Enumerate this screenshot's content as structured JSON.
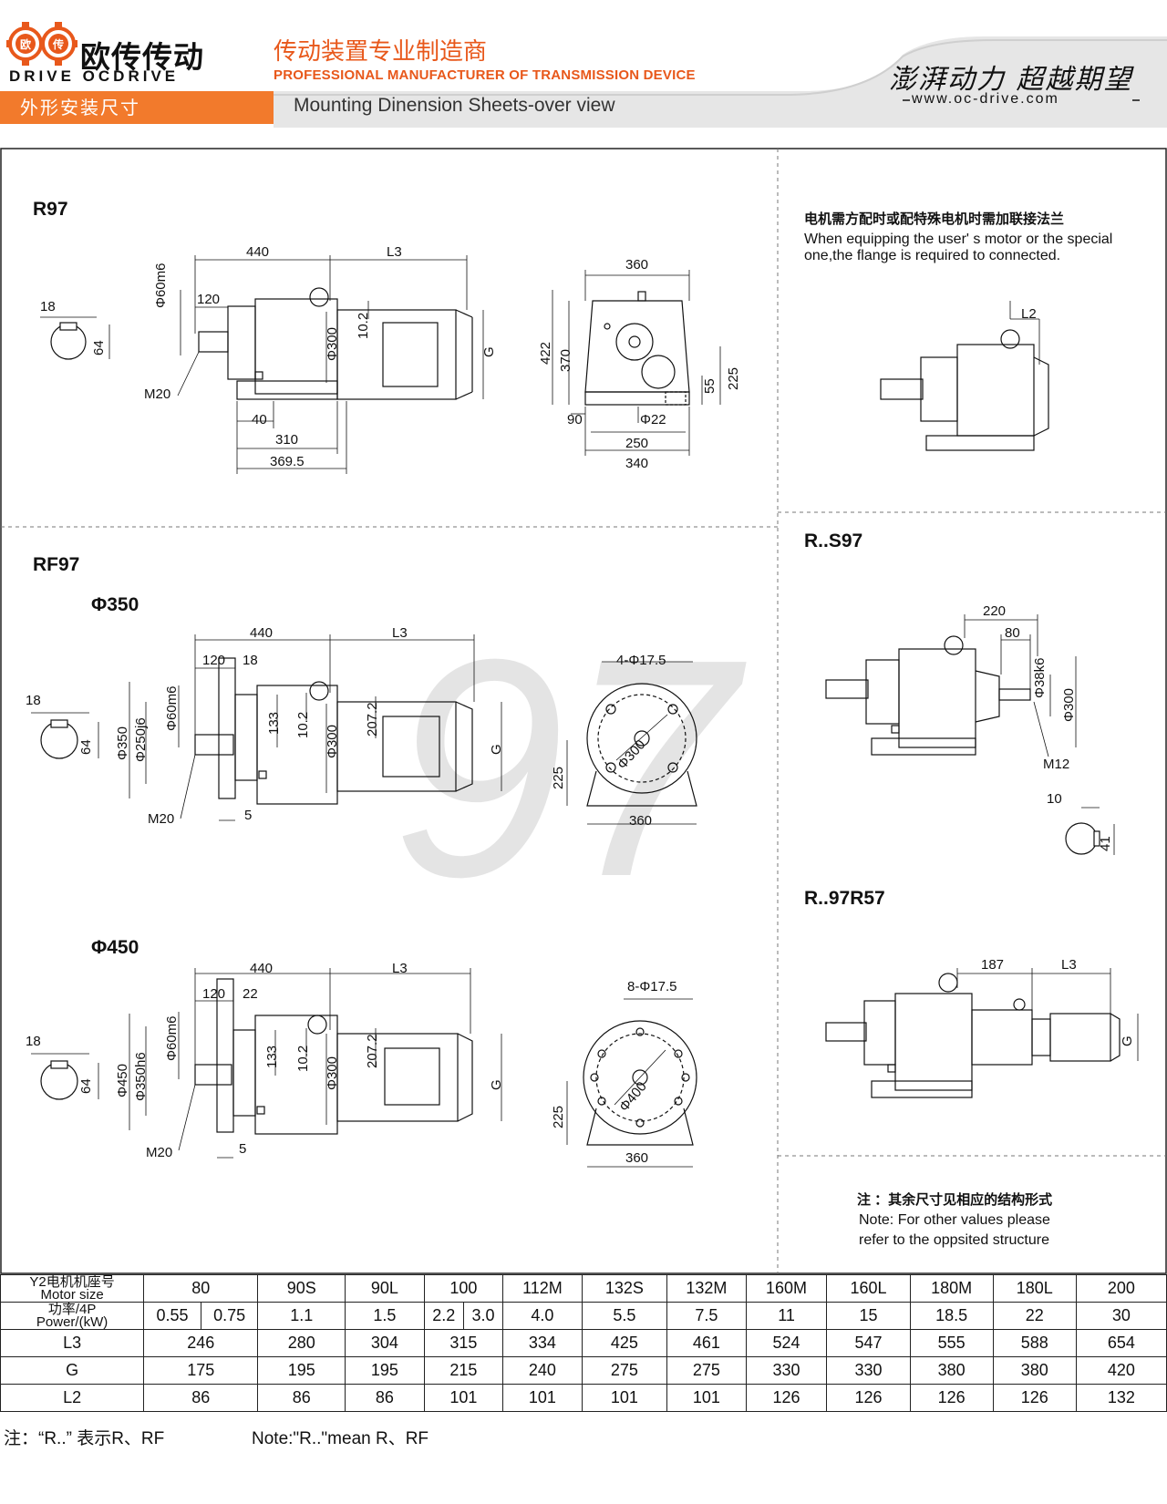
{
  "header": {
    "logo_cn": "欧传传动",
    "logo_en": "DRIVE OCDRIVE",
    "logo_badge_left": "欧",
    "logo_badge_right": "传",
    "slogan_cn": "传动装置专业制造商",
    "slogan_en": "PROFESSIONAL MANUFACTURER OF TRANSMISSION DEVICE",
    "section_cn": "外形安装尺寸",
    "section_en": "Mounting Dinension Sheets-over view",
    "motto": "澎湃动力 超越期望",
    "website": "www.oc-drive.com"
  },
  "watermark": "97",
  "colors": {
    "accent": "#f27a2c",
    "text": "#111111",
    "line": "#222222"
  },
  "sections": {
    "r97": {
      "title": "R97",
      "dims": {
        "d440": "440",
        "l3": "L3",
        "d120": "120",
        "phi60m6": "Φ60m6",
        "phi300": "Φ300",
        "d10_2": "10.2",
        "g": "G",
        "m20": "M20",
        "d40": "40",
        "d310": "310",
        "d369_5": "369.5",
        "key18": "18",
        "key64": "64"
      }
    },
    "r97_side": {
      "dims": {
        "d360": "360",
        "d422": "422",
        "d370": "370",
        "d55": "55",
        "d225": "225",
        "d90": "90",
        "phi22": "Φ22",
        "d250": "250",
        "d340": "340"
      }
    },
    "flange_note": {
      "cn": "电机需方配时或配特殊电机时需加联接法兰",
      "en1": "When equipping the user' s motor or the special",
      "en2": "one,the flange is required to connected.",
      "l2": "L2"
    },
    "rf97": {
      "title": "RF97",
      "sub350": "Φ350",
      "sub450": "Φ450",
      "dims350": {
        "d440": "440",
        "l3": "L3",
        "d120": "120",
        "d18": "18",
        "phi60m6": "Φ60m6",
        "phi350": "Φ350",
        "phi250j6": "Φ250j6",
        "d133": "133",
        "d10_2": "10.2",
        "phi300": "Φ300",
        "d207_2": "207.2",
        "g": "G",
        "m20": "M20",
        "d5": "5",
        "key18": "18",
        "key64": "64"
      },
      "flange350": {
        "holes": "4-Φ17.5",
        "pcd": "Φ300",
        "d225": "225",
        "d360": "360"
      },
      "dims450": {
        "d440": "440",
        "l3": "L3",
        "d120": "120",
        "d22": "22",
        "phi60m6": "Φ60m6",
        "phi450": "Φ450",
        "phi350h6": "Φ350h6",
        "d133": "133",
        "d10_2": "10.2",
        "phi300": "Φ300",
        "d207_2": "207.2",
        "g": "G",
        "m20": "M20",
        "d5": "5",
        "key18": "18",
        "key64": "64"
      },
      "flange450": {
        "holes": "8-Φ17.5",
        "pcd": "Φ400",
        "d225": "225",
        "d360": "360"
      }
    },
    "rs97": {
      "title": "R..S97",
      "dims": {
        "d220": "220",
        "d80": "80",
        "phi38k6": "Φ38k6",
        "phi300": "Φ300",
        "m12": "M12",
        "key10": "10",
        "key41": "41"
      }
    },
    "r97r57": {
      "title": "R..97R57",
      "dims": {
        "d187": "187",
        "l3": "L3",
        "g": "G"
      }
    },
    "other_note": {
      "cn": "注 ：其余尺寸见相应的结构形式",
      "en1": "Note: For other values please",
      "en2": "refer to the oppsited structure"
    }
  },
  "table": {
    "motor_label_cn": "Y2电机机座号",
    "motor_label_en": "Motor size",
    "power_label_cn": "功率/4P",
    "power_label_en": "Power/(kW)",
    "motor_sizes": [
      "80",
      "90S",
      "90L",
      "100",
      "112M",
      "132S",
      "132M",
      "160M",
      "160L",
      "180M",
      "180L",
      "200"
    ],
    "powers": [
      "0.55",
      "0.75",
      "1.1",
      "1.5",
      "2.2",
      "3.0",
      "4.0",
      "5.5",
      "7.5",
      "11",
      "15",
      "18.5",
      "22",
      "30"
    ],
    "rows": [
      {
        "label": "L3",
        "values": [
          "246",
          "280",
          "304",
          "315",
          "334",
          "425",
          "461",
          "524",
          "547",
          "555",
          "588",
          "654"
        ]
      },
      {
        "label": "G",
        "values": [
          "175",
          "195",
          "195",
          "215",
          "240",
          "275",
          "275",
          "330",
          "330",
          "380",
          "380",
          "420"
        ]
      },
      {
        "label": "L2",
        "values": [
          "86",
          "86",
          "86",
          "101",
          "101",
          "101",
          "101",
          "126",
          "126",
          "126",
          "126",
          "132"
        ]
      }
    ]
  },
  "footnote": {
    "cn": "注：“R..” 表示R、RF",
    "en": "Note:\"R..\"mean R、RF"
  }
}
